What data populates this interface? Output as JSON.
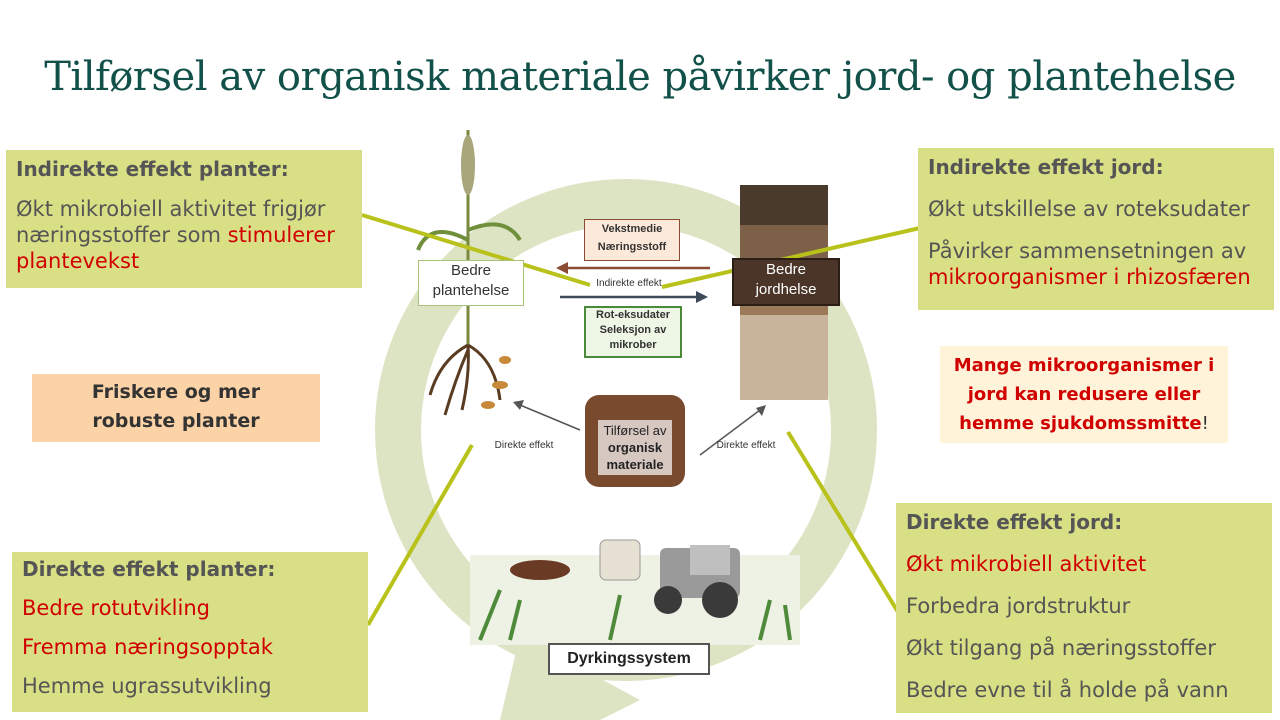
{
  "title": "Tilførsel av organisk materiale påvirker jord- og plantehelse",
  "boxes": {
    "indirect_plants": {
      "heading": "Indirekte effekt planter:",
      "line_a": "Økt mikrobiell aktivitet frigjør næringsstoffer som ",
      "line_b": "stimulerer plantevekst"
    },
    "indirect_soil": {
      "heading": "Indirekte effekt jord:",
      "item1": "Økt utskillelse av roteksudater",
      "item2a": "Påvirker sammensetningen av ",
      "item2b": "mikroorganismer i rhizosfæren"
    },
    "robust": {
      "text": "Friskere og mer robuste planter"
    },
    "microbes": {
      "text": "Mange mikroorganismer i jord kan redusere eller hemme sjukdomssmitte",
      "excl": "!"
    },
    "direct_plants": {
      "heading": "Direkte effekt planter:",
      "items": [
        "Bedre rotutvikling",
        "Fremma næringsopptak",
        "Hemme ugrassutvikling"
      ]
    },
    "direct_soil": {
      "heading": "Direkte effekt jord:",
      "items": [
        "Økt mikrobiell aktivitet",
        "Forbedra jordstruktur",
        "Økt tilgang på næringsstoffer",
        "Bedre evne til å holde på vann"
      ]
    }
  },
  "diagram": {
    "plant_health": "Bedre plantehelse",
    "soil_health": "Bedre jordhelse",
    "growth_medium": "Vekstmedie Næringsstoff",
    "indirect_effect": "Indirekte effekt",
    "root_exudates": "Rot-eksudater Seleksjon av mikrober",
    "organic_a": "Tilførsel av",
    "organic_b": "organisk",
    "organic_c": "materiale",
    "direct_left": "Direkte effekt",
    "direct_right": "Direkte effekt",
    "cropping_system": "Dyrkingssystem"
  },
  "colors": {
    "box": "#d9df84",
    "accent_red": "#d00000",
    "title": "#12504a",
    "cycle": "#dbe3c0",
    "connector": "#b8c21a"
  }
}
